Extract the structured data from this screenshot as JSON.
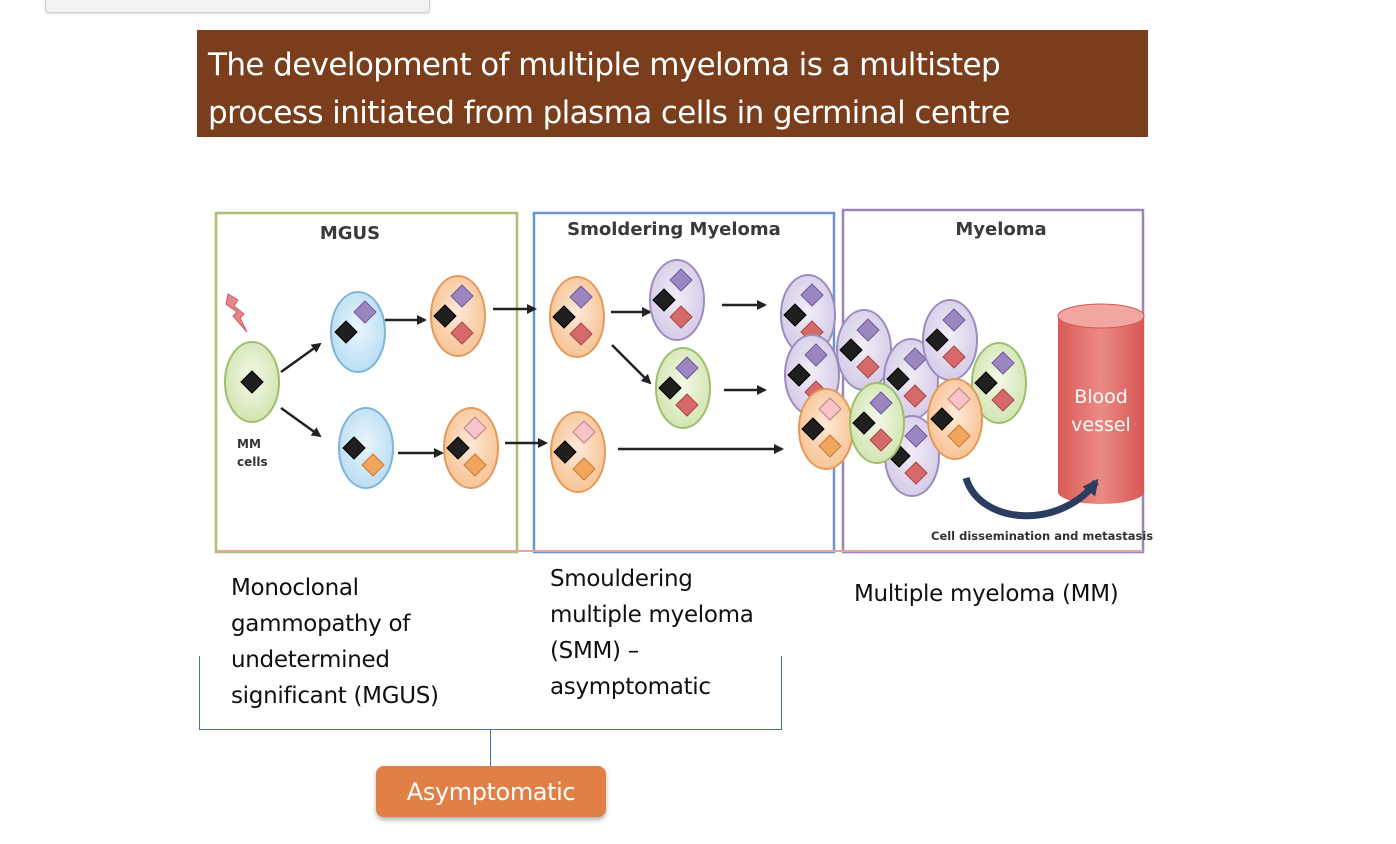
{
  "title": {
    "line1": "The development of multiple myeloma is a multistep",
    "line2": "process initiated from plasma cells in germinal centre"
  },
  "diagram": {
    "panels": [
      {
        "title": "MGUS",
        "border_color": "#a9c373"
      },
      {
        "title": "Smoldering Myeloma",
        "border_color": "#6d95cc"
      },
      {
        "title": "Myeloma",
        "border_color": "#9a84b8"
      }
    ],
    "mm_cells_label": [
      "MM",
      "cells"
    ],
    "blood_vessel_label": [
      "Blood",
      "vessel"
    ],
    "dissemination_label": "Cell dissemination and metastasis"
  },
  "captions": {
    "mgus": [
      "Monoclonal",
      "gammopathy of",
      "undetermined",
      "significant (MGUS)"
    ],
    "smm": [
      "Smouldering",
      "multiple myeloma",
      "(SMM) –",
      "asymptomatic"
    ],
    "mm": "Multiple myeloma (MM)"
  },
  "asymptomatic_button": "Asymptomatic",
  "colors": {
    "title_bg": "#7a3e1c",
    "button_bg": "#e07f46",
    "cell_green": "#ddedc4",
    "cell_blue": "#cde7f6",
    "cell_orange": "#fbd5b3",
    "cell_purple": "#e3dcef",
    "vessel": "#e06a66"
  }
}
